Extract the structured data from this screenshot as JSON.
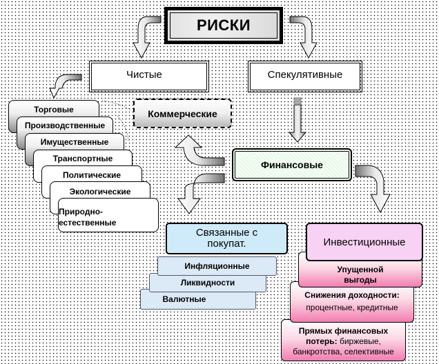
{
  "diagram": {
    "root": "РИСКИ",
    "level1": {
      "pure": "Чистые",
      "speculative": "Спекулятивные"
    },
    "pure_types": [
      "Торговые",
      "Производственные",
      "Имущественные",
      "Транспортные",
      "Политические",
      "Экологические",
      "Природно-естественные"
    ],
    "pure_types_display": {
      "natural_line1": "Природно-",
      "natural_line2": "естественные"
    },
    "commercial": "Коммерческие",
    "financial": "Финансовые",
    "buyer_related": {
      "title_line1": "Связанные с",
      "title_line2": "покупат.",
      "items": [
        "Инфляционные",
        "Ликвидности",
        "Валютные"
      ]
    },
    "investment": {
      "title": "Инвестиционные",
      "lost_profit": {
        "line1": "Упущенной",
        "line2": "выгоды"
      },
      "yield_decline": {
        "title": "Снижения доходности:",
        "detail": "процентные, кредитные"
      },
      "direct_losses": {
        "title_line1": "Прямых финансовых",
        "title_line2_bold": "потерь:",
        "title_line2_rest": " биржевые,",
        "line3": "банкротства, селективные"
      }
    }
  },
  "colors": {
    "financial_fill": "#e8f7e8",
    "buyer_fill": "#cfeaf8",
    "investment_fill": "#f8d2f4",
    "investment_sub_gradient_end": "#f27db0"
  }
}
